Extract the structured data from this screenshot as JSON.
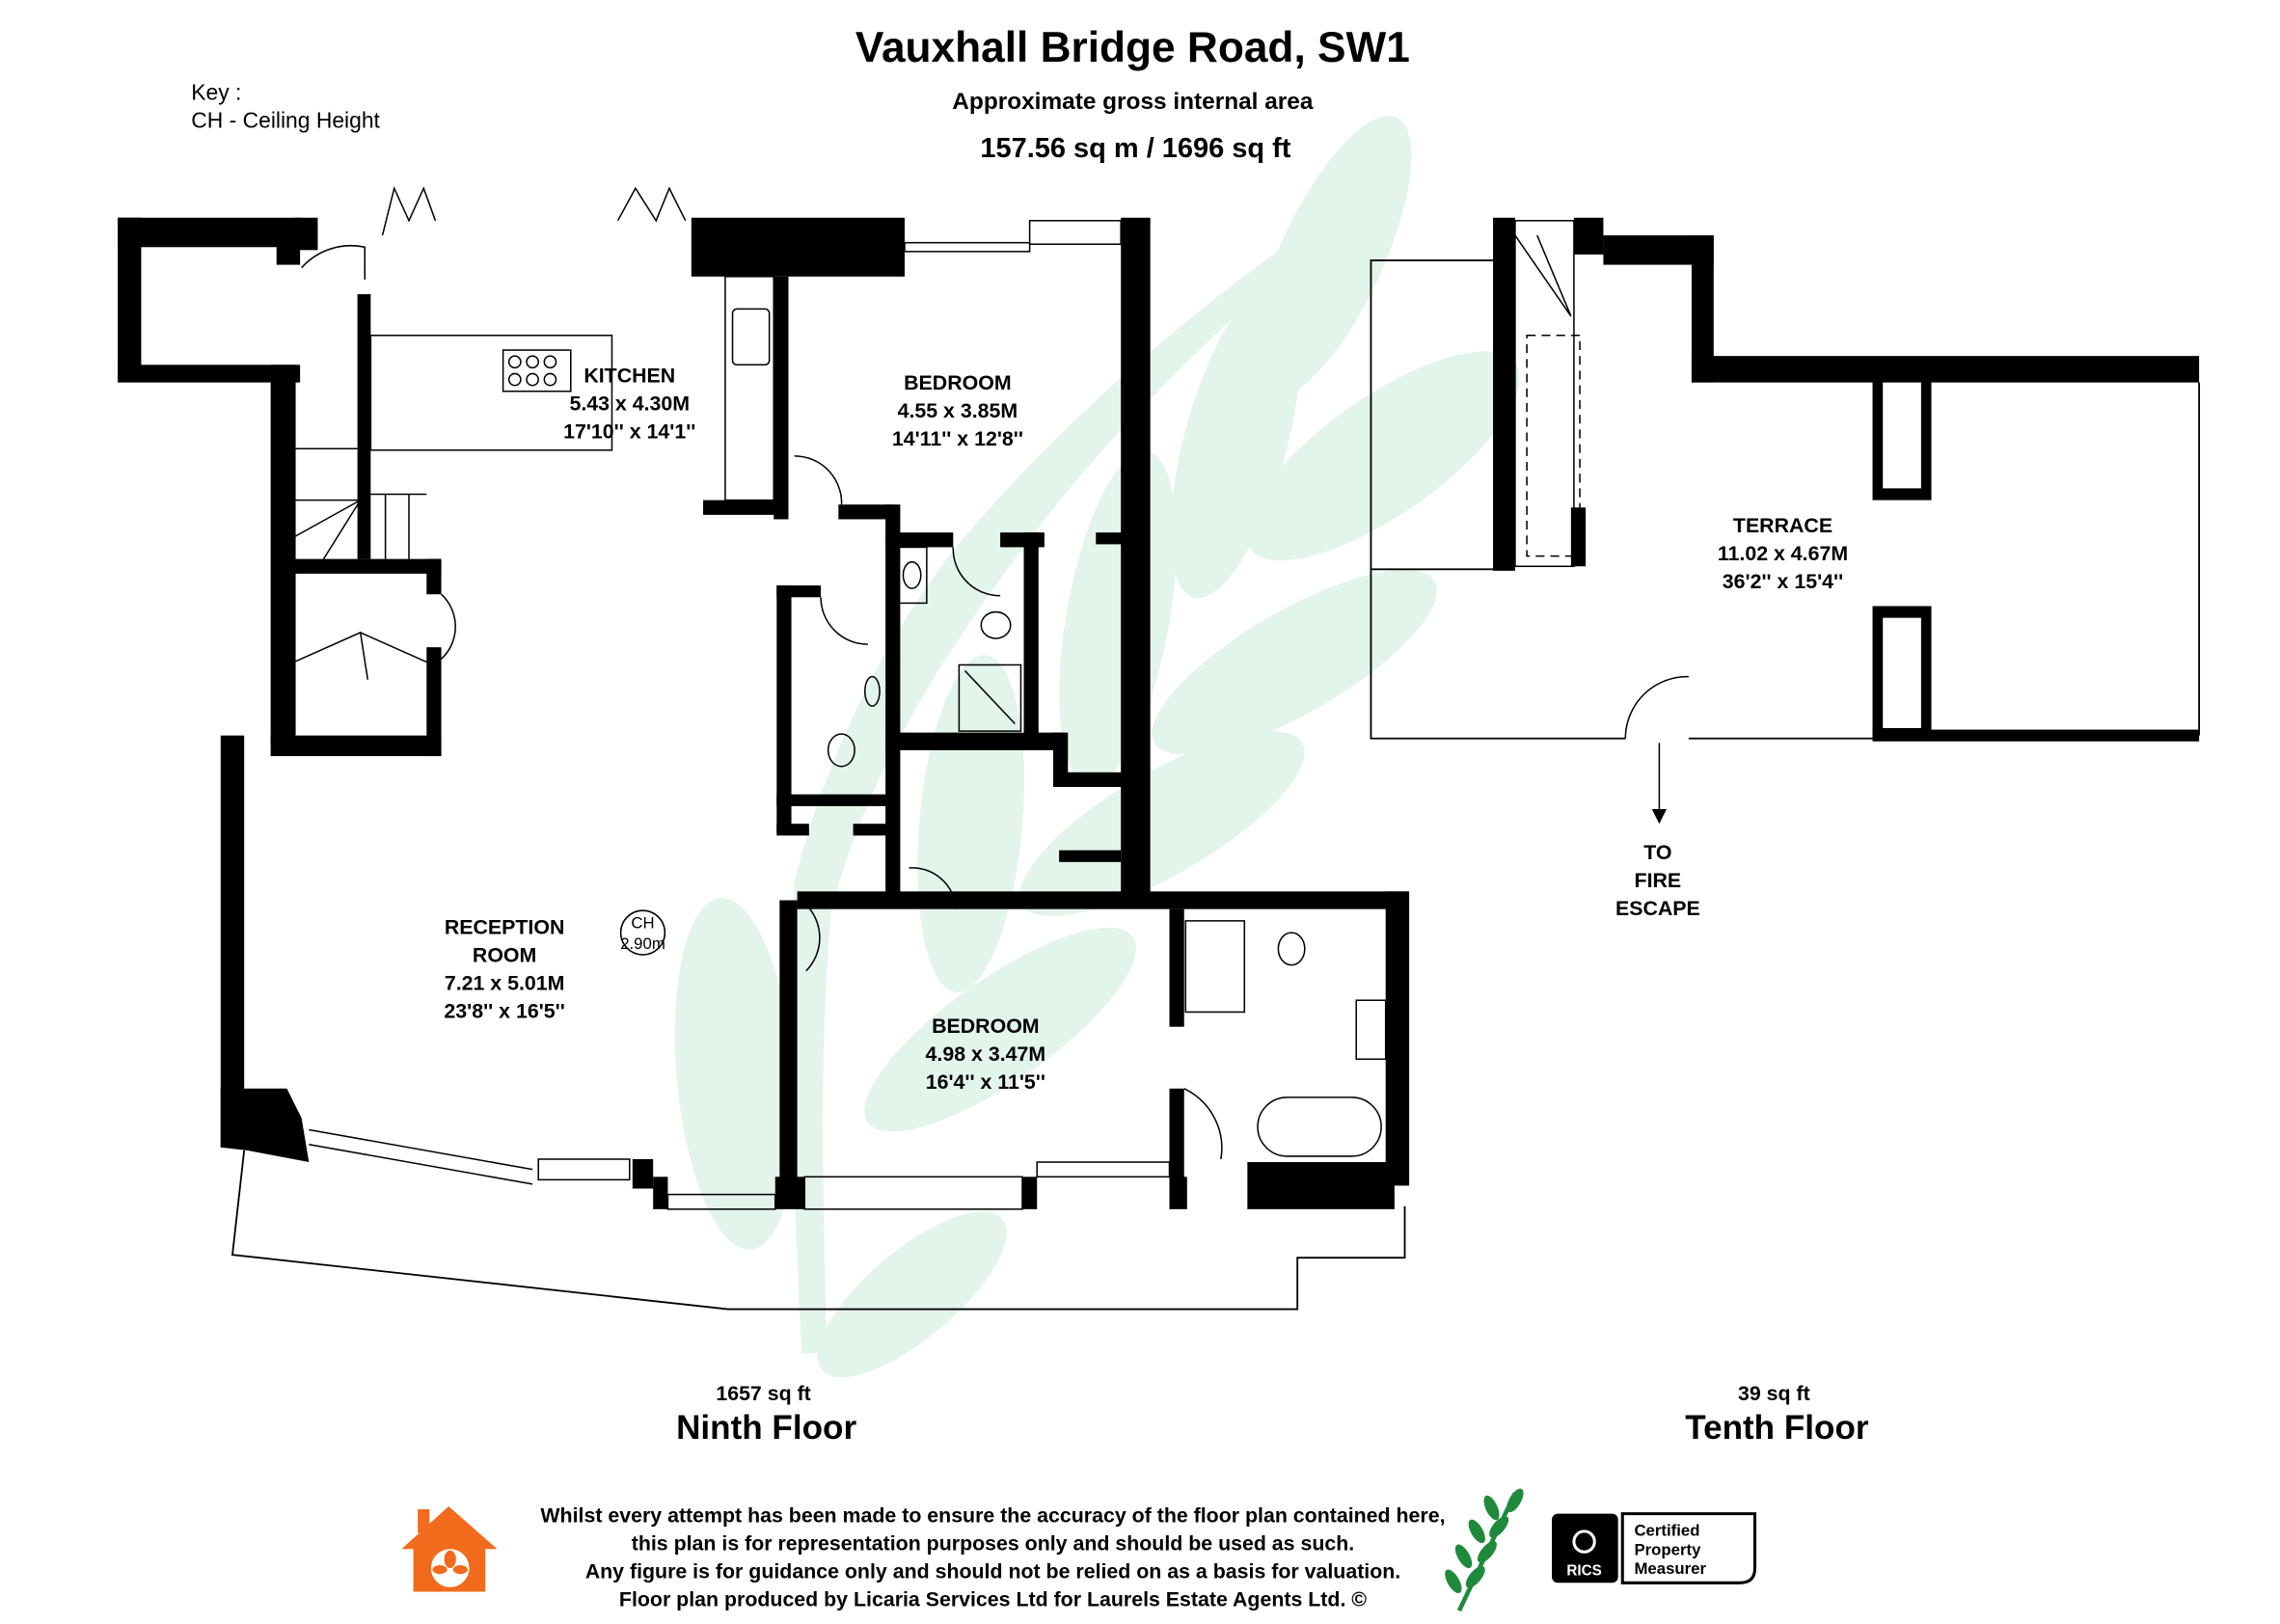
{
  "header": {
    "title": "Vauxhall Bridge Road, SW1",
    "subtitle": "Approximate gross internal area",
    "area": "157.56 sq m /  1696 sq ft"
  },
  "key": {
    "heading": "Key :",
    "items": [
      "CH - Ceiling Height"
    ]
  },
  "rooms": {
    "kitchen": {
      "name": "KITCHEN",
      "metric": "5.43 x 4.30M",
      "imperial": "17'10'' x 14'1''"
    },
    "bedroom1": {
      "name": "BEDROOM",
      "metric": "4.55 x 3.85M",
      "imperial": "14'11'' x 12'8''"
    },
    "reception": {
      "name1": "RECEPTION",
      "name2": "ROOM",
      "metric": "7.21 x 5.01M",
      "imperial": "23'8'' x 16'5''"
    },
    "bedroom2": {
      "name": "BEDROOM",
      "metric": "4.98 x 3.47M",
      "imperial": "16'4'' x 11'5''"
    },
    "terrace": {
      "name": "TERRACE",
      "metric": "11.02 x 4.67M",
      "imperial": "36'2'' x 15'4''"
    }
  },
  "ceiling_marker": {
    "label": "CH",
    "value": "2.90m"
  },
  "fire_escape": {
    "line1": "TO",
    "line2": "FIRE",
    "line3": "ESCAPE"
  },
  "floors": [
    {
      "area": "1657 sq ft",
      "name": "Ninth Floor"
    },
    {
      "area": "39 sq ft",
      "name": "Tenth Floor"
    }
  ],
  "disclaimer": [
    "Whilst every attempt has been made to ensure the accuracy of the floor plan contained here,",
    "this plan is for representation purposes only and should be used as such.",
    "Any figure is for guidance only and should not be relied on as a basis for valuation.",
    "Floor plan produced by Licaria Services Ltd for Laurels Estate Agents Ltd. ©"
  ],
  "logos": {
    "agent_logo": "house-leaf-logo",
    "rics": {
      "mark": "RICS",
      "line1": "Certified",
      "line2": "Property",
      "line3": "Measurer"
    }
  },
  "colors": {
    "walls": "#000000",
    "watermark": "#e3f4ea",
    "agent_orange": "#f26a1b",
    "leaf_green": "#1f8a3c"
  }
}
